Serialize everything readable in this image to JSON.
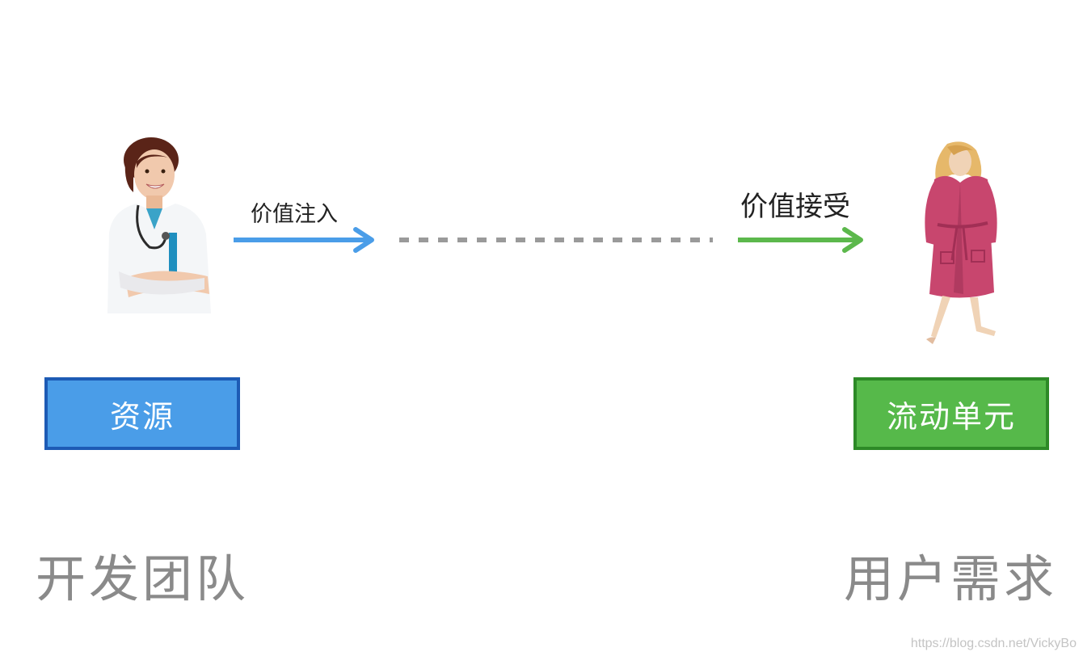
{
  "left_actor": {
    "icon": "doctor-illustration",
    "box_label": "资源",
    "group_label": "开发团队"
  },
  "right_actor": {
    "icon": "woman-in-robe-illustration",
    "box_label": "流动单元",
    "group_label": "用户需求"
  },
  "flow": {
    "left_label": "价值注入",
    "right_label": "价值接受"
  },
  "colors": {
    "blue_box_fill": "#4a9de8",
    "blue_box_border": "#1d5bb5",
    "green_box_fill": "#56b94a",
    "green_box_border": "#2d8a27",
    "blue_arrow": "#4a9de8",
    "green_arrow": "#5cb84c",
    "dashed_line": "#9a9a9a",
    "group_label_text": "#8a8a8a"
  },
  "watermark": "https://blog.csdn.net/VickyBo"
}
